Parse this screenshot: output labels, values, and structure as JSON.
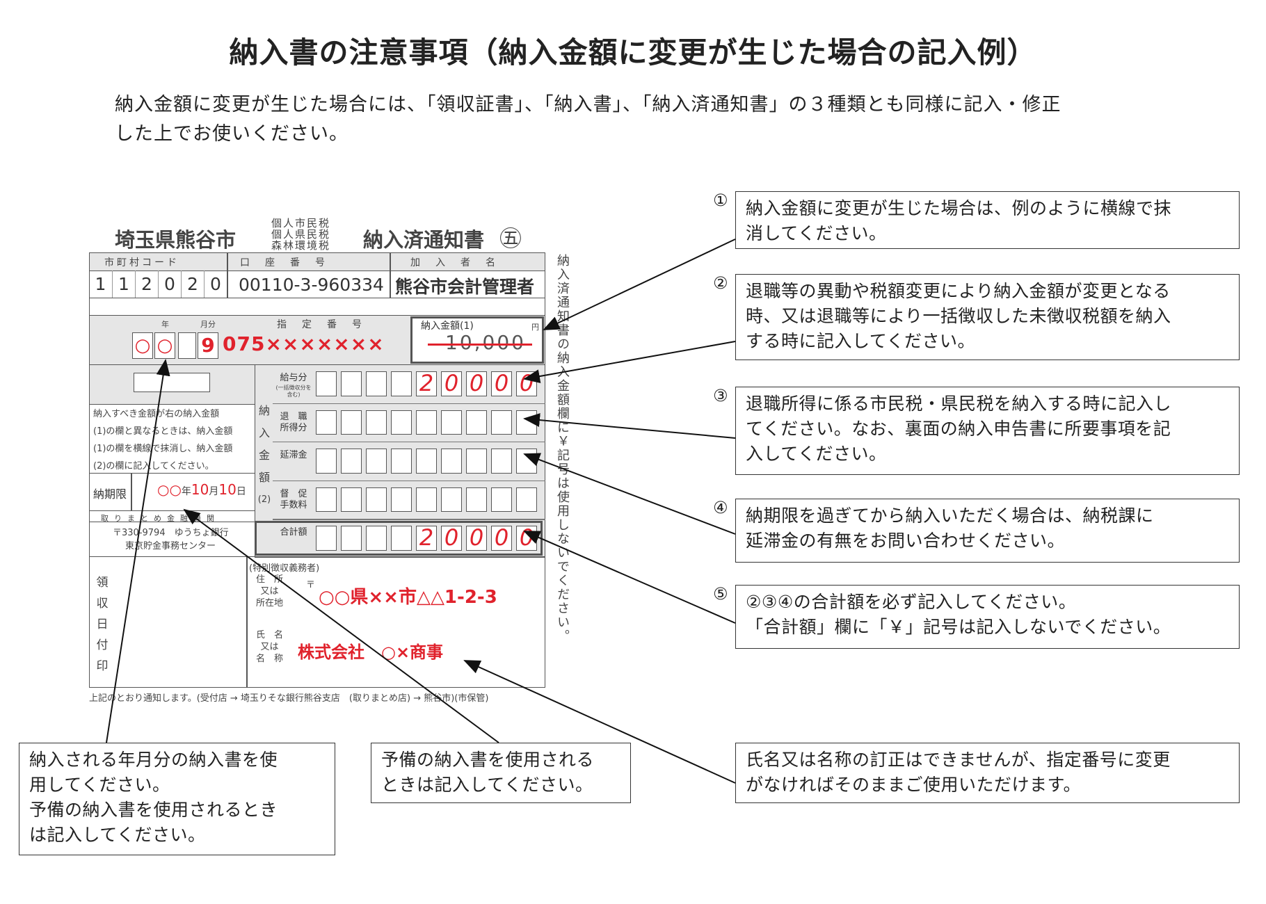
{
  "title": "納入書の注意事項（納入金額に変更が生じた場合の記入例）",
  "intro": [
    "納入金額に変更が生じた場合には、「領収証書」、「納入書」、「納入済通知書」の３種類とも同様に記入・修正",
    "した上でお使いください。"
  ],
  "form": {
    "city": "埼玉県熊谷市",
    "tax_types": [
      "個人市民税",
      "個人県民税",
      "森林環境税"
    ],
    "doc_title": "納入済通知書",
    "public_mark": "㊄",
    "header_labels": {
      "city_code": "市町村コード",
      "account": "口　座　番　号",
      "payee": "加　入　者　名"
    },
    "city_code_digits": [
      "1",
      "1",
      "2",
      "0",
      "2",
      "0"
    ],
    "account_no": "00110-3-960334",
    "payee_name": "熊谷市会計管理者",
    "year_label": "年",
    "month_label": "月分",
    "designation_label": "指　定　番　号",
    "amount1_label": "納入金額(1)",
    "yen": "円",
    "year_marks": [
      "○",
      "○"
    ],
    "month_digit": "9",
    "designation_number": "075×××××××",
    "old_amount": "10,000",
    "instruction_note": "納入すべき金額が右の納入金額(1)の欄と異なるときは、納入金額(1)の欄を横線で抹消し、納入金額(2)の欄に記入してください。",
    "instruction_lines": [
      "納入すべき金額が右の納入金額",
      "(1)の欄と異なるときは、納入金額",
      "(1)の欄を横線で抹消し、納入金額",
      "(2)の欄に記入してください。"
    ],
    "amount2_side_label": [
      "納",
      "入",
      "金",
      "額",
      "(2)"
    ],
    "rows": [
      {
        "label": "給与分",
        "sub": "(一括徴収分を含む)",
        "digits": [
          "",
          "",
          "",
          "",
          "2",
          "0",
          "0",
          "0",
          "0"
        ]
      },
      {
        "label": "退　職\n所得分",
        "sub": "",
        "digits": [
          "",
          "",
          "",
          "",
          "",
          "",
          "",
          "",
          ""
        ]
      },
      {
        "label": "延滞金",
        "sub": "",
        "digits": [
          "",
          "",
          "",
          "",
          "",
          "",
          "",
          "",
          ""
        ]
      },
      {
        "label": "督　促\n手数料",
        "sub": "",
        "digits": [
          "",
          "",
          "",
          "",
          "",
          "",
          "",
          "",
          ""
        ]
      },
      {
        "label": "合計額",
        "sub": "",
        "digits": [
          "",
          "",
          "",
          "",
          "2",
          "0",
          "0",
          "0",
          "0"
        ]
      }
    ],
    "deadline_label": "納期限",
    "deadline_value": {
      "year": "○○",
      "y": "年",
      "month": "10",
      "m": "月",
      "day": "10",
      "d": "日"
    },
    "bank_label": "取りまとめ金融機関",
    "bank_lines": [
      "〒330-9794　ゆうちょ銀行",
      "東京貯金事務センター"
    ],
    "receipt_stamp": [
      "領",
      "収",
      "日",
      "付",
      "印"
    ],
    "taxpayer_label": "(特別徴収義務者)",
    "address_label": [
      "住　所",
      "又は",
      "所在地"
    ],
    "postal_mark": "〒",
    "address_value": "○○県××市△△1-2-3",
    "name_label": [
      "氏　名",
      "又は",
      "名　称"
    ],
    "name_value": "株式会社　○×商事",
    "vertical_note": "納入済通知書の納入金額欄に￥記号は使用しないでください。",
    "footer": "上記のとおり通知します。(受付店 → 埼玉りそな銀行熊谷支店　(取りまとめ店) → 熊谷市)(市保管)"
  },
  "callouts": [
    {
      "num": "①",
      "lines": [
        "納入金額に変更が生じた場合は、例のように横線で抹",
        "消してください。"
      ]
    },
    {
      "num": "②",
      "lines": [
        "退職等の異動や税額変更により納入金額が変更となる",
        "時、又は退職等により一括徴収した未徴収税額を納入",
        "する時に記入してください。"
      ]
    },
    {
      "num": "③",
      "lines": [
        "退職所得に係る市民税・県民税を納入する時に記入し",
        "てください。なお、裏面の納入申告書に所要事項を記",
        "入してください。"
      ]
    },
    {
      "num": "④",
      "lines": [
        "納期限を過ぎてから納入いただく場合は、納税課に",
        "延滞金の有無をお問い合わせください。"
      ]
    },
    {
      "num": "⑤",
      "lines": [
        "②③④の合計額を必ず記入してください。",
        "「合計額」欄に「￥」記号は記入しないでください。"
      ]
    }
  ],
  "bottom_notes": [
    {
      "lines": [
        "納入される年月分の納入書を使",
        "用してください。",
        "予備の納入書を使用されるとき",
        "は記入してください。"
      ]
    },
    {
      "lines": [
        "予備の納入書を使用される",
        "ときは記入してください。"
      ]
    },
    {
      "lines": [
        "氏名又は名称の訂正はできませんが、指定番号に変更",
        "がなければそのままご使用いただけます。"
      ]
    }
  ],
  "colors": {
    "accent_red": "#e0222c",
    "form_gray": "#e6e6e6",
    "line": "#333333"
  }
}
